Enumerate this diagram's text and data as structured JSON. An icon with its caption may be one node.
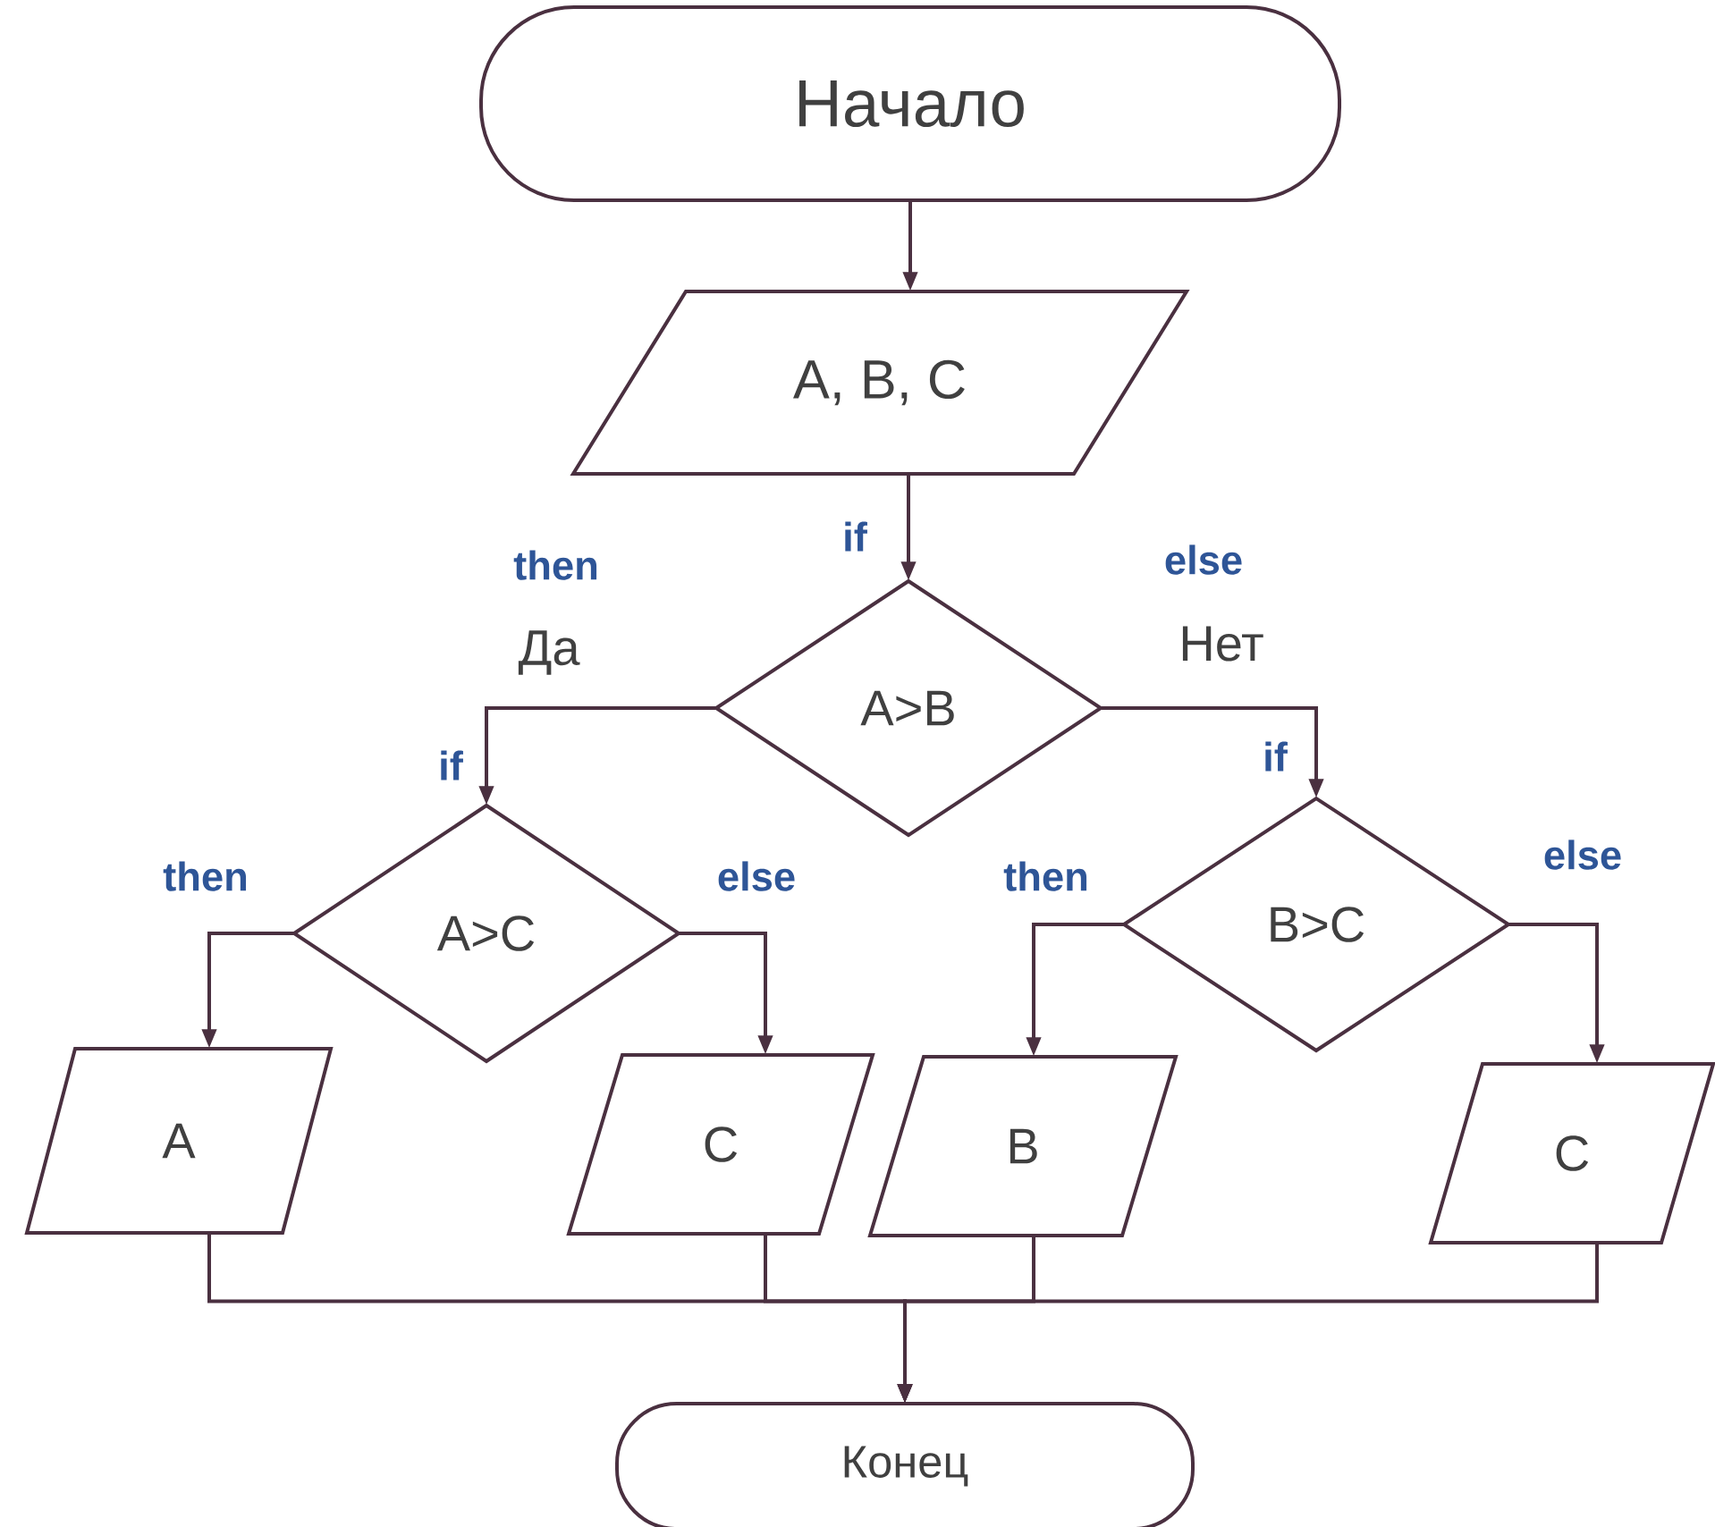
{
  "diagram": {
    "nodes": [
      {
        "text": [
          "Начало"
        ]
      },
      {
        "text": [
          "A, B, C"
        ]
      },
      {
        "text": [
          "A>B"
        ]
      },
      {
        "text": [
          "A>C"
        ]
      },
      {
        "text": [
          "B>C"
        ]
      },
      {
        "text": [
          "A"
        ]
      },
      {
        "text": [
          "C"
        ]
      },
      {
        "text": [
          "B"
        ]
      },
      {
        "text": [
          "C"
        ]
      },
      {
        "text": [
          "Конец"
        ]
      }
    ],
    "edges": [
      {
        "from": 0,
        "to": 1,
        "arrow": "to"
      },
      {
        "from": 1,
        "to": 2,
        "arrow": "to"
      },
      {
        "from": 2,
        "to": 3,
        "arrow": "to",
        "label": "Да"
      },
      {
        "from": 2,
        "to": 4,
        "arrow": "to",
        "label": "Нет"
      },
      {
        "from": 3,
        "to": 5,
        "arrow": "to"
      },
      {
        "from": 3,
        "to": 6,
        "arrow": "to"
      },
      {
        "from": 4,
        "to": 7,
        "arrow": "to"
      },
      {
        "from": 4,
        "to": 8,
        "arrow": "to"
      },
      {
        "from": 5,
        "to": 9,
        "arrow": "to"
      },
      {
        "from": 6,
        "to": 9,
        "arrow": "to"
      },
      {
        "from": 7,
        "to": 9,
        "arrow": "to"
      },
      {
        "from": 8,
        "to": 9,
        "arrow": "to"
      }
    ],
    "labels": [
      "if",
      "then",
      "else",
      "if",
      "if",
      "then",
      "else",
      "then",
      "else"
    ]
  }
}
